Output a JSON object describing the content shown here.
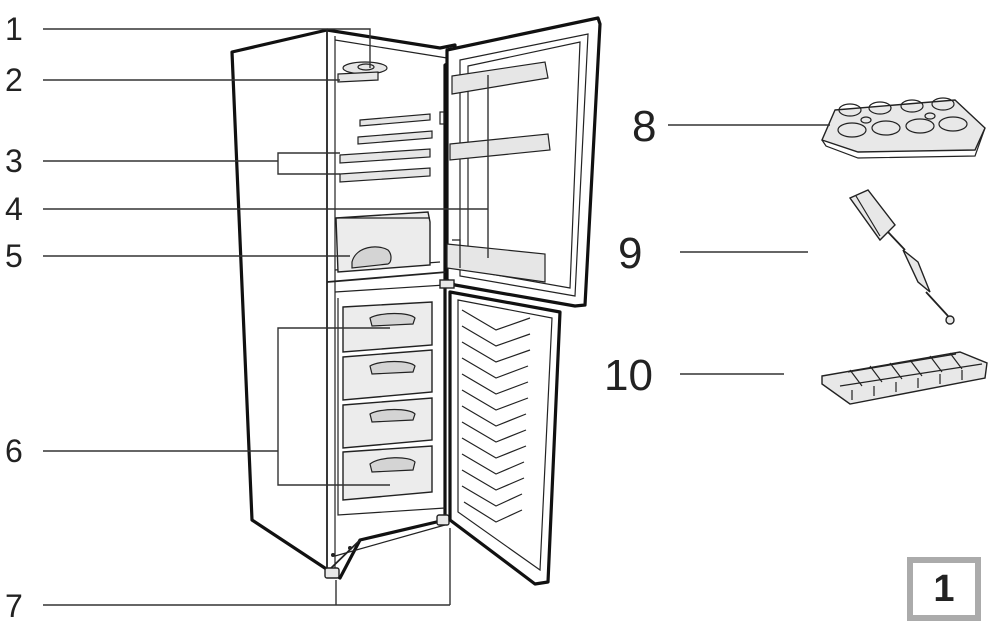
{
  "callouts": {
    "c1": "1",
    "c2": "2",
    "c3": "3",
    "c4": "4",
    "c5": "5",
    "c6": "6",
    "c7": "7",
    "c8": "8",
    "c9": "9",
    "c10": "10"
  },
  "figure_number": "1",
  "colors": {
    "line": "#222222",
    "fill": "#e6e6e6",
    "figure_box_border": "#ababab"
  }
}
